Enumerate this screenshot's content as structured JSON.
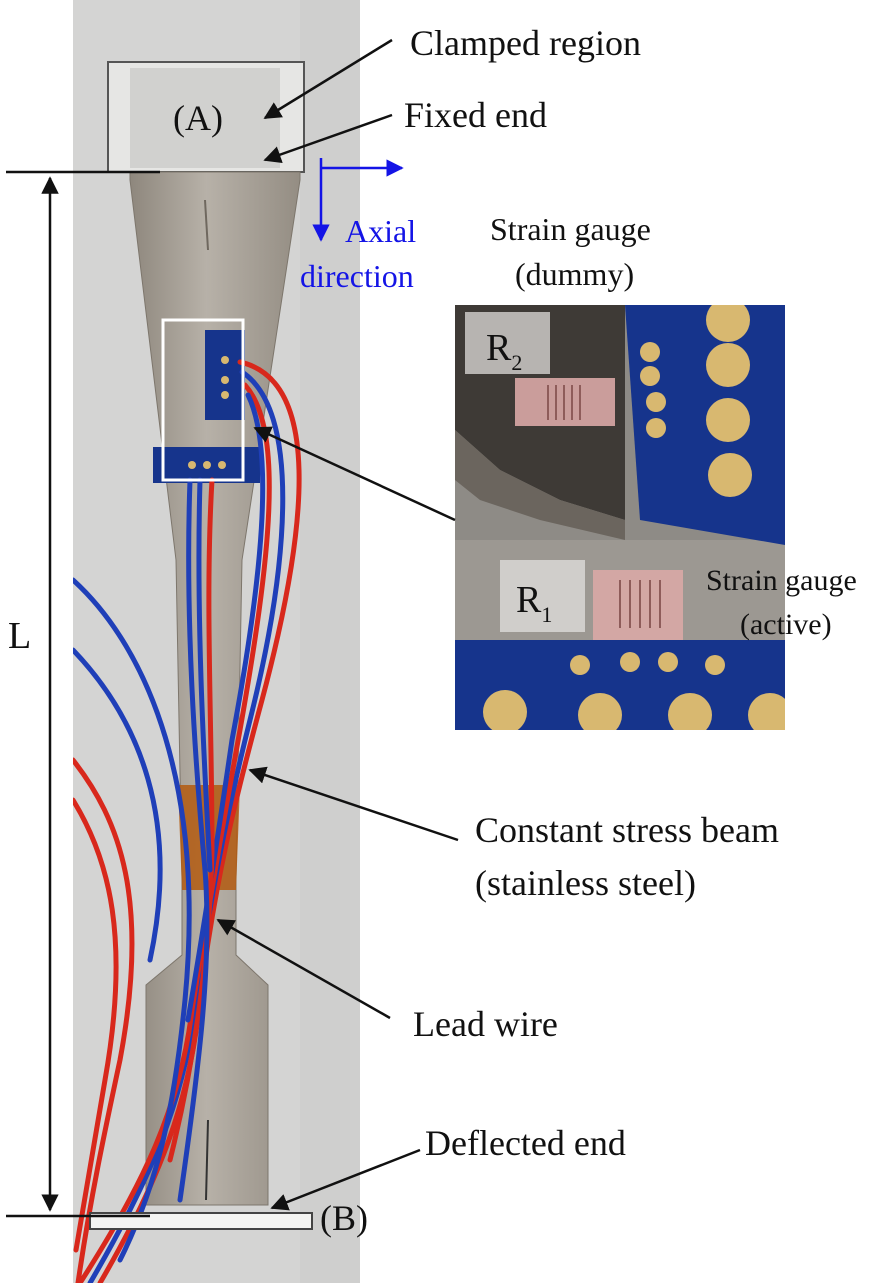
{
  "labels": {
    "clamped_region": "Clamped region",
    "point_a": "(A)",
    "fixed_end": "Fixed end",
    "axial_direction_1": "Axial",
    "axial_direction_2": "direction",
    "gauge_dummy_1": "Strain gauge",
    "gauge_dummy_2": "(dummy)",
    "r2_main": "R",
    "r2_sub": "2",
    "r1_main": "R",
    "r1_sub": "1",
    "gauge_active_1": "Strain gauge",
    "gauge_active_2": "(active)",
    "length": "L",
    "beam_1": "Constant stress beam",
    "beam_2": "(stainless steel)",
    "lead_wire": "Lead wire",
    "deflected_end": "Deflected end",
    "point_b": "(B)"
  },
  "colors": {
    "background_paper": "#d4d4d3",
    "steel": "#a8a39b",
    "steel_dark": "#8e877d",
    "wire_red": "#d8281c",
    "wire_blue": "#1f3fb8",
    "pcb_blue": "#16348c",
    "pad_gold": "#d8b870",
    "gauge_pink": "#d9a9a6",
    "kapton": "#b35a10",
    "axial_blue": "#1414e6",
    "annotation": "#111111"
  }
}
